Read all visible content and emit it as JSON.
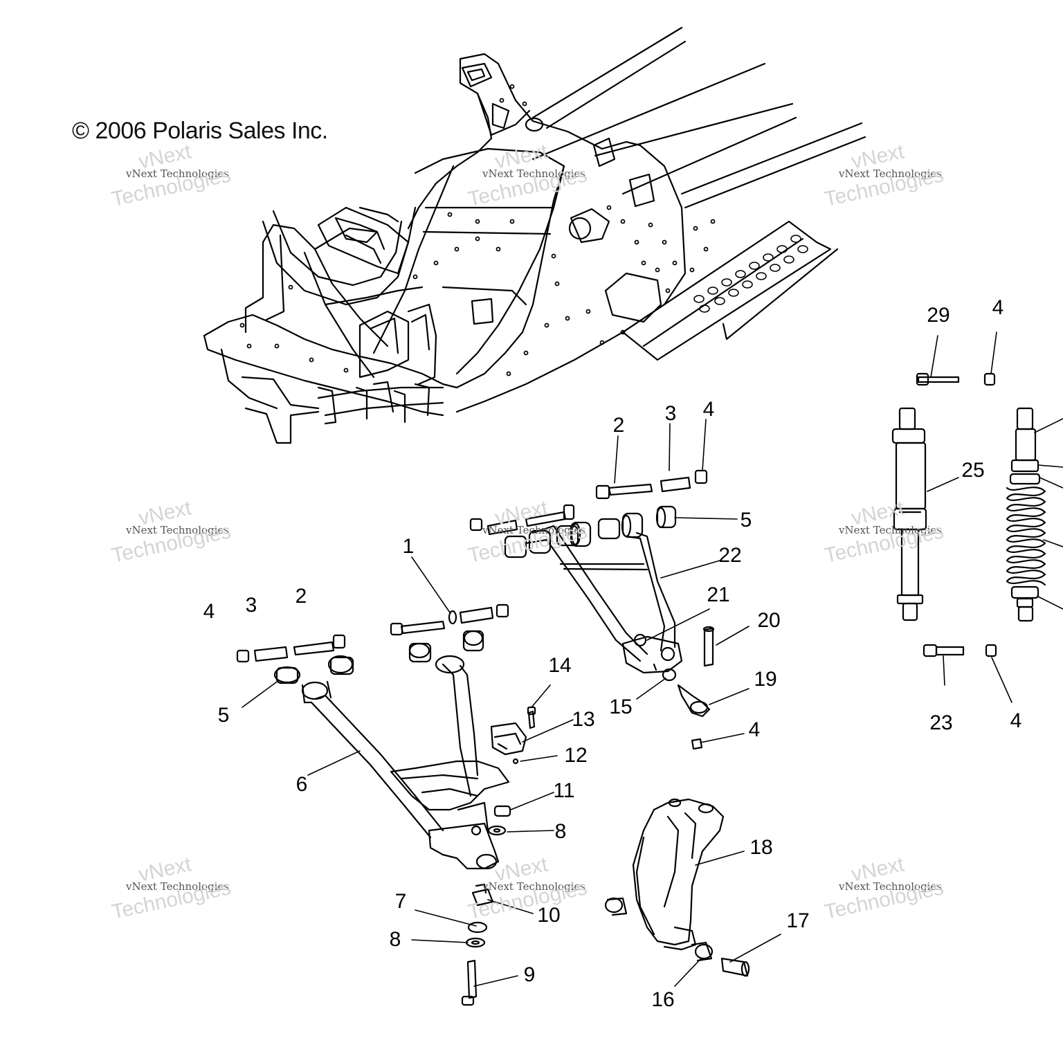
{
  "copyright": "© 2006 Polaris Sales Inc.",
  "watermark": {
    "line1": "vNext",
    "line2": "vNext Technologies",
    "line3": "Technologies"
  },
  "callouts": [
    "29",
    "4",
    "2",
    "3",
    "4",
    "25",
    "5",
    "22",
    "1",
    "21",
    "4",
    "3",
    "2",
    "20",
    "14",
    "19",
    "15",
    "13",
    "5",
    "4",
    "12",
    "6",
    "11",
    "8",
    "18",
    "7",
    "10",
    "8",
    "17",
    "9",
    "16",
    "23",
    "4"
  ]
}
